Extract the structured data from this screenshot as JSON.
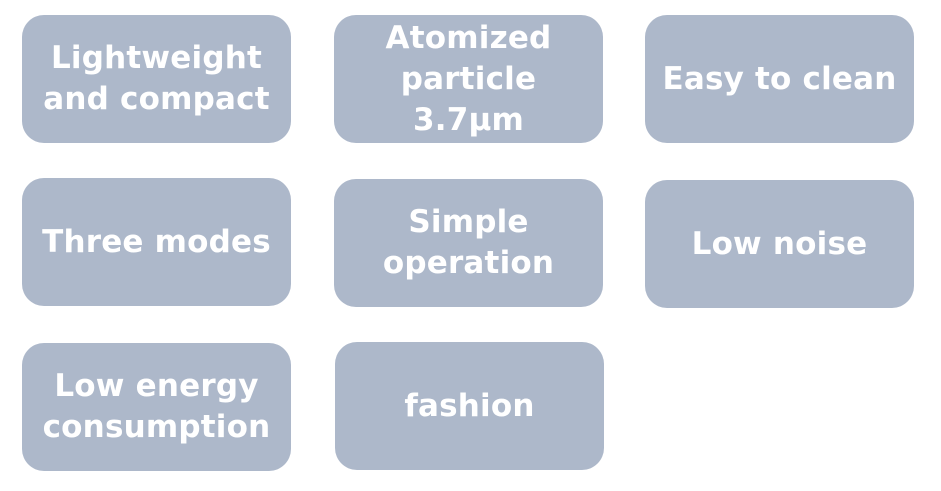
{
  "features": [
    {
      "label": "Lightweight\nand compact"
    },
    {
      "label": "Atomized\nparticle\n3.7μm"
    },
    {
      "label": "Easy to clean"
    },
    {
      "label": "Three modes"
    },
    {
      "label": "Simple\noperation"
    },
    {
      "label": "Low noise"
    },
    {
      "label": "Low energy\nconsumption"
    },
    {
      "label": "fashion"
    }
  ],
  "colors": {
    "tile_background": "#adb8ca",
    "tile_text": "#ffffff",
    "page_background": "#ffffff"
  }
}
